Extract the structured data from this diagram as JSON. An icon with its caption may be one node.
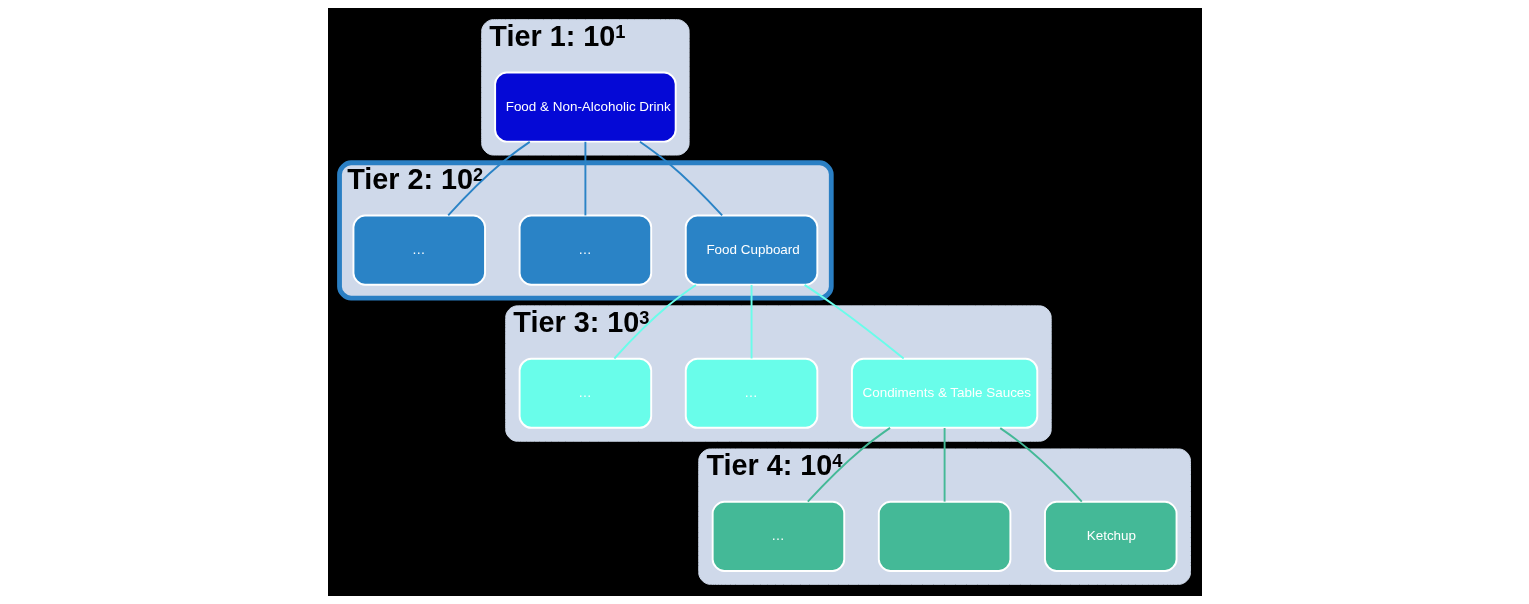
{
  "diagram": {
    "nodes": [
      {
        "text": [
          "Tier 1: 10$^{1}$"
        ]
      },
      {
        "text": [
          "Food & Non-Alcoholic Drink"
        ],
        "in": 0
      },
      {
        "text": [
          "Tier 2: 10$^{2}$"
        ]
      },
      {
        "text": [
          "Food Cupboard"
        ],
        "in": 2
      },
      {
        "text": [
          "…"
        ],
        "in": 2
      },
      {
        "text": [
          "…"
        ],
        "in": 2
      },
      {
        "text": [
          "Tier 3: 10$^{3}$"
        ]
      },
      {
        "text": [
          "Condiments & Table Sauces"
        ],
        "in": 6
      },
      {
        "text": [
          "…"
        ],
        "in": 6
      },
      {
        "text": [
          "…"
        ],
        "in": 6
      },
      {
        "text": [
          "Tier 4: 10$^{4}$"
        ]
      },
      {
        "text": [
          "Ketchup"
        ],
        "in": 10
      },
      {
        "text": [],
        "shape": "box",
        "in": 10
      },
      {
        "text": [
          "…"
        ],
        "in": 10
      }
    ],
    "edges": [
      {
        "from": 1,
        "to": 3,
        "arrow": "none",
        "color": "#2a83c6"
      },
      {
        "from": 1,
        "to": 4,
        "arrow": "none",
        "color": "#2a83c6"
      },
      {
        "from": 1,
        "to": 5,
        "arrow": "none",
        "color": "#2a83c6"
      },
      {
        "from": 3,
        "to": 7,
        "arrow": "none",
        "color": "#69fdea"
      },
      {
        "from": 3,
        "to": 8,
        "arrow": "none",
        "color": "#69fdea"
      },
      {
        "from": 3,
        "to": 9,
        "arrow": "none",
        "color": "#69fdea"
      },
      {
        "from": 7,
        "to": 11,
        "arrow": "none",
        "color": "#44b997"
      },
      {
        "from": 7,
        "to": 12,
        "arrow": "none",
        "color": "#44b997"
      },
      {
        "from": 7,
        "to": 13,
        "arrow": "none",
        "color": "#44b997"
      }
    ]
  }
}
